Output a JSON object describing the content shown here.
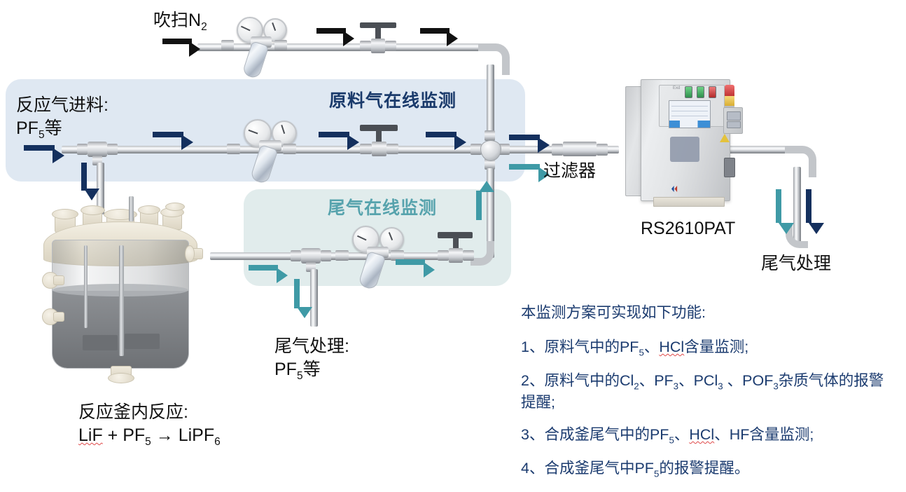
{
  "zones": {
    "feed": {
      "title": "原料气在线监测",
      "color": "#1a3a6b",
      "bg": "#dfe8f2"
    },
    "tail": {
      "title": "尾气在线监测",
      "color": "#57a3ad",
      "bg": "#e1ecec"
    }
  },
  "labels": {
    "purge_n2": "吹扫N",
    "purge_n2_sub": "2",
    "feed_line1": "反应气进料:",
    "feed_line2_pre": "PF",
    "feed_line2_sub": "5",
    "feed_line2_post": "等",
    "filter": "过滤器",
    "analyzer_model": "RS2610PAT",
    "tail_treatment_right": "尾气处理",
    "tail_treatment_left_line1": "尾气处理:",
    "tail_treatment_left_line2_pre": "PF",
    "tail_treatment_left_line2_sub": "5",
    "tail_treatment_left_line2_post": "等",
    "reactor_line1": "反应釜内反应:",
    "reactor_eq_a": "LiF",
    "reactor_eq_b": " + PF",
    "reactor_eq_b_sub": "5",
    "reactor_eq_c": " → LiPF",
    "reactor_eq_c_sub": "6"
  },
  "notes": {
    "heading": "本监测方案可实现如下功能:",
    "items": [
      {
        "id": "note-1",
        "parts": [
          {
            "t": "1、原料气中的PF"
          },
          {
            "t": "5",
            "sub": true
          },
          {
            "t": "、"
          },
          {
            "t": "HCl",
            "squiggle": true
          },
          {
            "t": "含量监测;"
          }
        ]
      },
      {
        "id": "note-2",
        "parts": [
          {
            "t": "2、原料气中的Cl"
          },
          {
            "t": "2",
            "sub": true
          },
          {
            "t": "、PF"
          },
          {
            "t": "3",
            "sub": true
          },
          {
            "t": "、PCl"
          },
          {
            "t": "3",
            "sub": true
          },
          {
            "t": " 、POF"
          },
          {
            "t": "3",
            "sub": true
          },
          {
            "t": "杂质气体的报警提醒;"
          }
        ]
      },
      {
        "id": "note-3",
        "parts": [
          {
            "t": "3、合成釜尾气中的PF"
          },
          {
            "t": "5",
            "sub": true
          },
          {
            "t": "、"
          },
          {
            "t": "HCl",
            "squiggle": true
          },
          {
            "t": "、HF含量监测;"
          }
        ]
      },
      {
        "id": "note-4",
        "parts": [
          {
            "t": "4、合成釜尾气中PF"
          },
          {
            "t": "5",
            "sub": true
          },
          {
            "t": "的报警提醒。"
          }
        ]
      }
    ]
  },
  "colors": {
    "arrow_black": "#111111",
    "arrow_navy": "#14305e",
    "arrow_teal": "#3f9aa6",
    "pipe_steel": "#c7cacd",
    "note_text": "#1b3b6f"
  },
  "analyzer": {
    "leds": [
      "green",
      "green",
      "red"
    ],
    "beacon": [
      "red",
      "yellow"
    ],
    "exp_tag": "Exd"
  }
}
